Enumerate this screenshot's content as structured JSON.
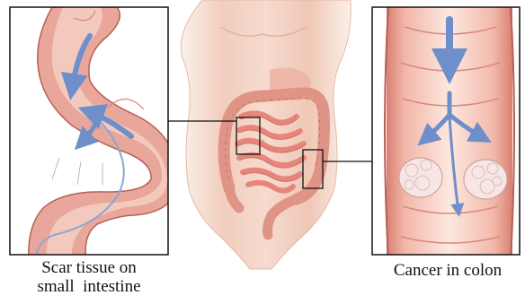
{
  "captions": {
    "left_line1": "Scar tissue on",
    "left_line2": "small  intestine",
    "right": "Cancer in colon"
  },
  "colors": {
    "frame": "#111111",
    "tissue_outer": "#e8a79a",
    "tissue_inner": "#f4c9bd",
    "lumen": "#fbe3da",
    "wall_dark": "#c9685e",
    "arrow": "#6e8fc9",
    "scar": "#ffffff",
    "tumor": "#f7e6e4",
    "skin": "#f1cbb8",
    "skin_shadow": "#ddb09a",
    "intestine": "#e7857a",
    "colon": "#e09486"
  },
  "icons": {
    "left_inset": "small-intestine-scar-illustration",
    "right_inset": "colon-tumor-illustration",
    "center": "human-torso-digestive-illustration"
  }
}
